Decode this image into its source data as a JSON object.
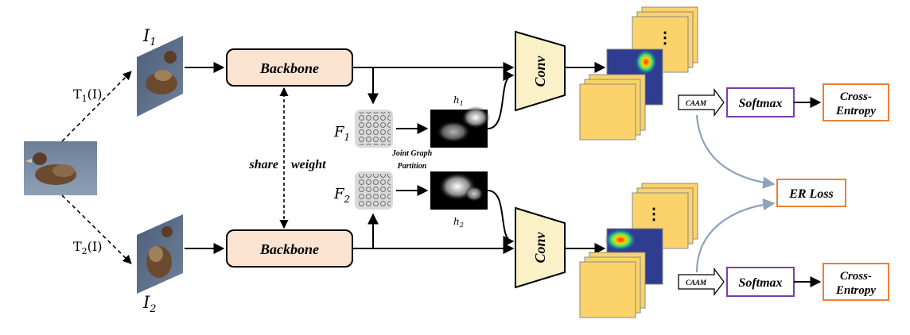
{
  "labels": {
    "I1": "I",
    "I1_sub": "1",
    "I2": "I",
    "I2_sub": "2",
    "T1": "T",
    "T1_sub": "1",
    "T1_arg": "(I)",
    "T2": "T",
    "T2_sub": "2",
    "T2_arg": "(I)",
    "F1": "F",
    "F1_sub": "1",
    "F2": "F",
    "F2_sub": "2",
    "h1": "h",
    "h1_sub": "1",
    "h2": "h",
    "h2_sub": "2",
    "share": "share",
    "weight": "weight",
    "joint_graph_line1": "Joint Graph",
    "joint_graph_line2": "Partition",
    "dots": "⋮"
  },
  "blocks": {
    "backbone_top": "Backbone",
    "backbone_bottom": "Backbone",
    "conv_top": "Conv",
    "conv_bottom": "Conv",
    "caam_top": "CAAM",
    "caam_bottom": "CAAM",
    "softmax_top": "Softmax",
    "softmax_bottom": "Softmax",
    "ce_top_line1": "Cross-",
    "ce_top_line2": "Entropy",
    "ce_bottom_line1": "Cross-",
    "ce_bottom_line2": "Entropy",
    "er_loss": "ER Loss"
  },
  "colors": {
    "backbone_fill": "#fbe3d2",
    "conv_fill": "#fbf1c9",
    "feature_fill": "#fcd36a",
    "softmax_border": "#7b3fa8",
    "loss_border": "#ee7d31",
    "curve_blue": "#8ea2ba"
  }
}
